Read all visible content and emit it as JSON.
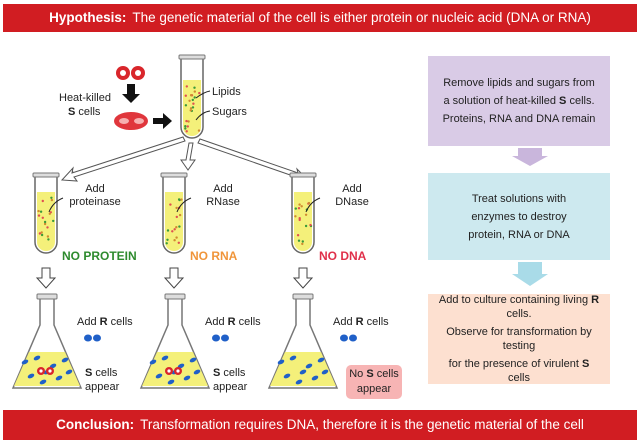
{
  "header": {
    "label": "Hypothesis:",
    "text": "The genetic material of the cell is either protein or nucleic acid (DNA or RNA)"
  },
  "footer": {
    "label": "Conclusion:",
    "text": "Transformation requires DNA, therefore it is the genetic material of the cell"
  },
  "source": {
    "label_line1": "Heat-killed",
    "label_s": "S",
    "label_line2_rest": " cells",
    "tube_labels": [
      "Lipids",
      "Sugars"
    ]
  },
  "tubes": [
    {
      "add": "Add",
      "enzyme": "proteinase",
      "result": "NO PROTEIN",
      "color": "#2e8b2e"
    },
    {
      "add": "Add",
      "enzyme": "RNase",
      "result": "NO RNA",
      "color": "#f0953a"
    },
    {
      "add": "Add",
      "enzyme": "DNase",
      "result": "NO DNA",
      "color": "#e0304a"
    }
  ],
  "flasks": [
    {
      "add_prefix": "Add ",
      "add_bold": "R",
      "add_suffix": " cells",
      "result_s": "S",
      "result_rest": " cells",
      "result_line2": "appear"
    },
    {
      "add_prefix": "Add ",
      "add_bold": "R",
      "add_suffix": " cells",
      "result_s": "S",
      "result_rest": " cells",
      "result_line2": "appear"
    },
    {
      "add_prefix": "Add ",
      "add_bold": "R",
      "add_suffix": " cells",
      "result_no": "No ",
      "result_s": "S",
      "result_rest": " cells",
      "result_line2": "appear"
    }
  ],
  "steps": [
    {
      "line1": "Remove lipids and sugars from",
      "line2a": "a solution of heat-killed ",
      "line2b": "S",
      "line2c": " cells.",
      "line3": "Proteins, RNA and DNA remain"
    },
    {
      "line1": "Treat solutions with",
      "line2": "enzymes to destroy",
      "line3": "protein, RNA or DNA"
    },
    {
      "line1a": "Add to culture containing living ",
      "line1b": "R",
      "line1c": " cells.",
      "line2": "Observe for transformation by testing",
      "line3a": "for the presence of virulent ",
      "line3b": "S",
      "line3c": " cells"
    }
  ],
  "colors": {
    "banner": "#d11d22",
    "liquid": "#f4f07a",
    "s_cell": "#d9262b",
    "r_cell": "#2060c8",
    "box_purple": "#d9cbe6",
    "box_blue": "#cde9ef",
    "box_peach": "#fde0d0",
    "arrow_purple": "#c9b6dc",
    "arrow_blue": "#a9dbe8"
  }
}
